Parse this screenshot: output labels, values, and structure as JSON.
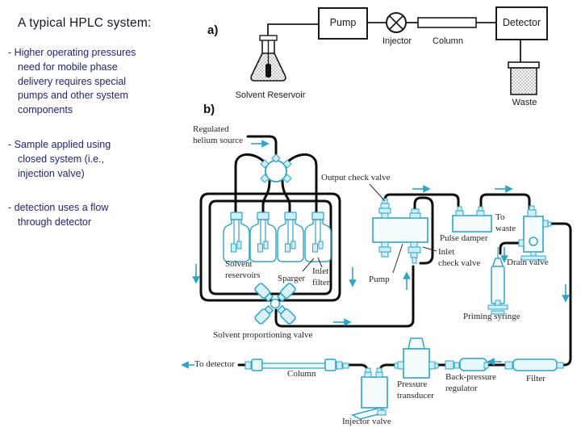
{
  "colors": {
    "accent_cyan": "#2fa4c6",
    "tube_black": "#0d0d0d",
    "bullet_navy": "#23237a"
  },
  "left_panel": {
    "title": "A typical HPLC system:",
    "bullets": [
      "- Higher operating pressures\nneed for mobile phase\ndelivery requires special\npumps and other system\ncomponents",
      "- Sample applied using\nclosed system (i.e.,\ninjection valve)",
      "- detection uses a flow\nthrough detector"
    ]
  },
  "diagram_a": {
    "label": "a)",
    "pump": "Pump",
    "injector": "Injector",
    "column": "Column",
    "detector": "Detector",
    "solvent_reservoir": "Solvent Reservoir",
    "waste": "Waste"
  },
  "diagram_b": {
    "label": "b)",
    "helium_source": "Regulated\nhelium source",
    "output_check_valve": "Output check valve",
    "solvent_reservoirs": "Solvent\nreservoirs",
    "sparger": "Sparger",
    "inlet_filter": "Inlet\nfilter",
    "pump": "Pump",
    "pulse_damper": "Pulse damper",
    "to_waste": "To\nwaste",
    "inlet_check_valve": "Inlet\ncheck valve",
    "drain_valve": "Drain valve",
    "priming_syringe": "Priming syringe",
    "proportioning_valve": "Solvent proportioning valve",
    "to_detector": "To detector",
    "column": "Column",
    "pressure_transducer": "Pressure\ntransducer",
    "back_pressure_regulator": "Back-pressure\nregulator",
    "filter": "Filter",
    "injector_valve": "Injector valve"
  }
}
